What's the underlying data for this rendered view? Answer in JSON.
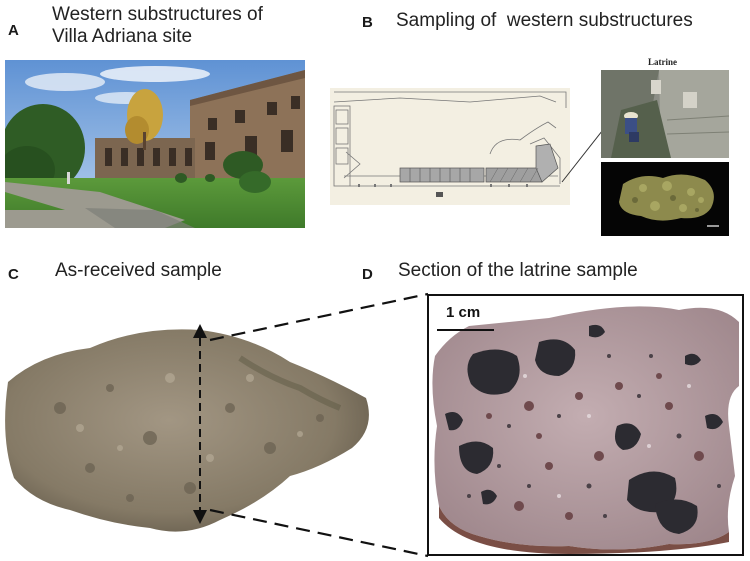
{
  "panels": {
    "a": {
      "letter": "A",
      "title_line1": "Western substructures of",
      "title_line2": "Villa Adriana site"
    },
    "b": {
      "letter": "B",
      "title": "Sampling of  western substructures",
      "inset_label": "Latrine"
    },
    "c": {
      "letter": "C",
      "title": "As-received sample"
    },
    "d": {
      "letter": "D",
      "title": "Section of the latrine sample",
      "scale_label": "1 cm"
    }
  },
  "colors": {
    "sky": "#7ea9dc",
    "grass": "#4f8a34",
    "brick": "#8a6f57",
    "stone": "#9a8a75",
    "section_matrix": "#b7a1a6",
    "inclusion_dark": "#2b2a30"
  }
}
